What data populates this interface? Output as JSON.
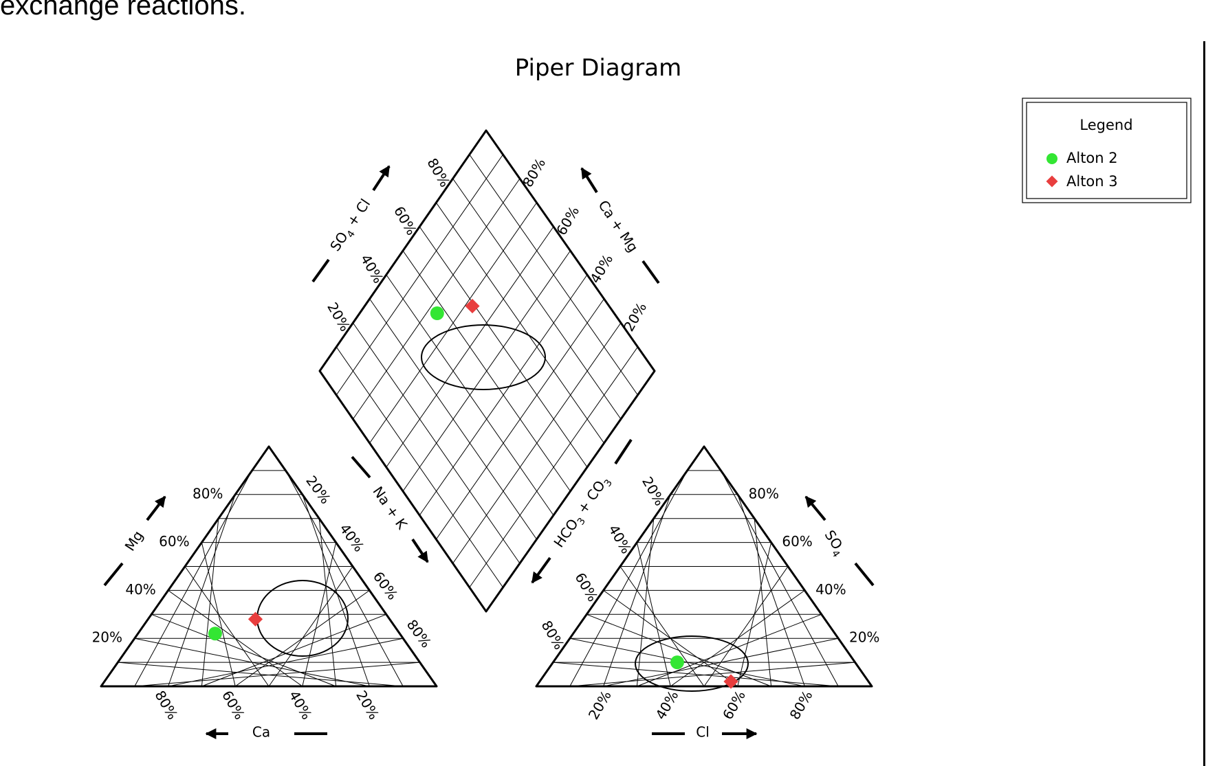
{
  "page": {
    "caption": "exchange reactions."
  },
  "chart_data": {
    "type": "scatter",
    "title": "Piper Diagram",
    "legend": {
      "title": "Legend",
      "placement": "top-right",
      "entries": [
        {
          "name": "Alton 2",
          "marker": "circle",
          "color": "#33e633"
        },
        {
          "name": "Alton 3",
          "marker": "diamond",
          "color": "#e83e3e"
        }
      ]
    },
    "grid": true,
    "cation_triangle": {
      "axes": {
        "ca": "Ca",
        "mg": "Mg",
        "nak": "Na + K"
      },
      "left_ticks": [
        "20%",
        "40%",
        "60%",
        "80%"
      ],
      "right_ticks": [
        "20%",
        "40%",
        "60%",
        "80%"
      ],
      "bottom_ticks": [
        "80%",
        "60%",
        "40%",
        "20%"
      ]
    },
    "anion_triangle": {
      "axes": {
        "cl": "Cl",
        "so4": "SO4",
        "hco3": "HCO3 + CO3"
      },
      "left_ticks": [
        "20%",
        "40%",
        "60%",
        "80%"
      ],
      "right_ticks": [
        "80%",
        "60%",
        "40%",
        "20%"
      ],
      "bottom_ticks": [
        "20%",
        "40%",
        "60%",
        "80%"
      ]
    },
    "diamond": {
      "axes": {
        "left": "SO4 + Cl",
        "right": "Ca + Mg"
      },
      "left_ticks": [
        "20%",
        "40%",
        "60%",
        "80%"
      ],
      "right_ticks": [
        "80%",
        "60%",
        "40%",
        "20%"
      ]
    },
    "series": [
      {
        "name": "Alton 2",
        "cations": {
          "ca_pct": 55,
          "mg_pct": 22,
          "nak_pct": 23
        },
        "anions": {
          "cl_pct": 37,
          "so4_pct": 10,
          "hco3_pct": 53
        },
        "diamond": {
          "so4cl_pct": 47,
          "camg_pct": 77
        }
      },
      {
        "name": "Alton 3",
        "cations": {
          "ca_pct": 40,
          "mg_pct": 28,
          "nak_pct": 32
        },
        "anions": {
          "cl_pct": 57,
          "so4_pct": 2,
          "hco3_pct": 41
        },
        "diamond": {
          "so4cl_pct": 59,
          "camg_pct": 68
        }
      }
    ]
  }
}
